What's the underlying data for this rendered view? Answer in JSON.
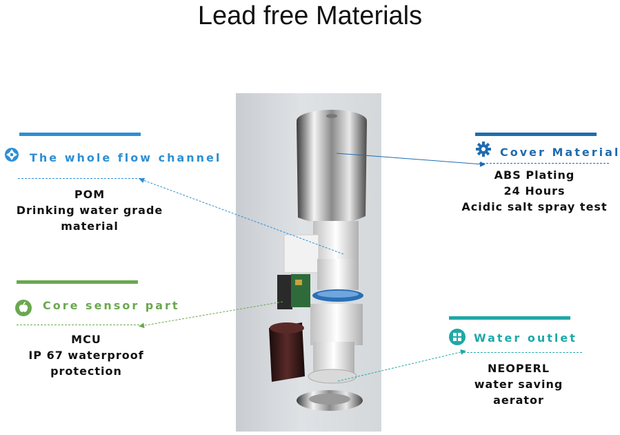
{
  "title": "Lead free Materials",
  "colors": {
    "blue": "#2d8fd5",
    "green": "#6aa84f",
    "darkblue": "#1f6cb0",
    "teal": "#1fa8a8"
  },
  "callouts": {
    "flow": {
      "heading": "The whole flow channel",
      "icon": "aperture-icon",
      "lines": [
        "POM",
        "Drinking water grade",
        "material"
      ]
    },
    "cover": {
      "heading": "Cover Material",
      "icon": "gear-icon",
      "lines": [
        "ABS Plating",
        "24 Hours",
        "Acidic salt spray test"
      ]
    },
    "core": {
      "heading": "Core sensor part",
      "icon": "apple-icon",
      "lines": [
        "MCU",
        "IP 67 waterproof",
        "protection"
      ]
    },
    "outlet": {
      "heading": "Water outlet",
      "icon": "windows-icon",
      "lines": [
        "NEOPERL",
        "water saving",
        "aerator"
      ]
    }
  }
}
